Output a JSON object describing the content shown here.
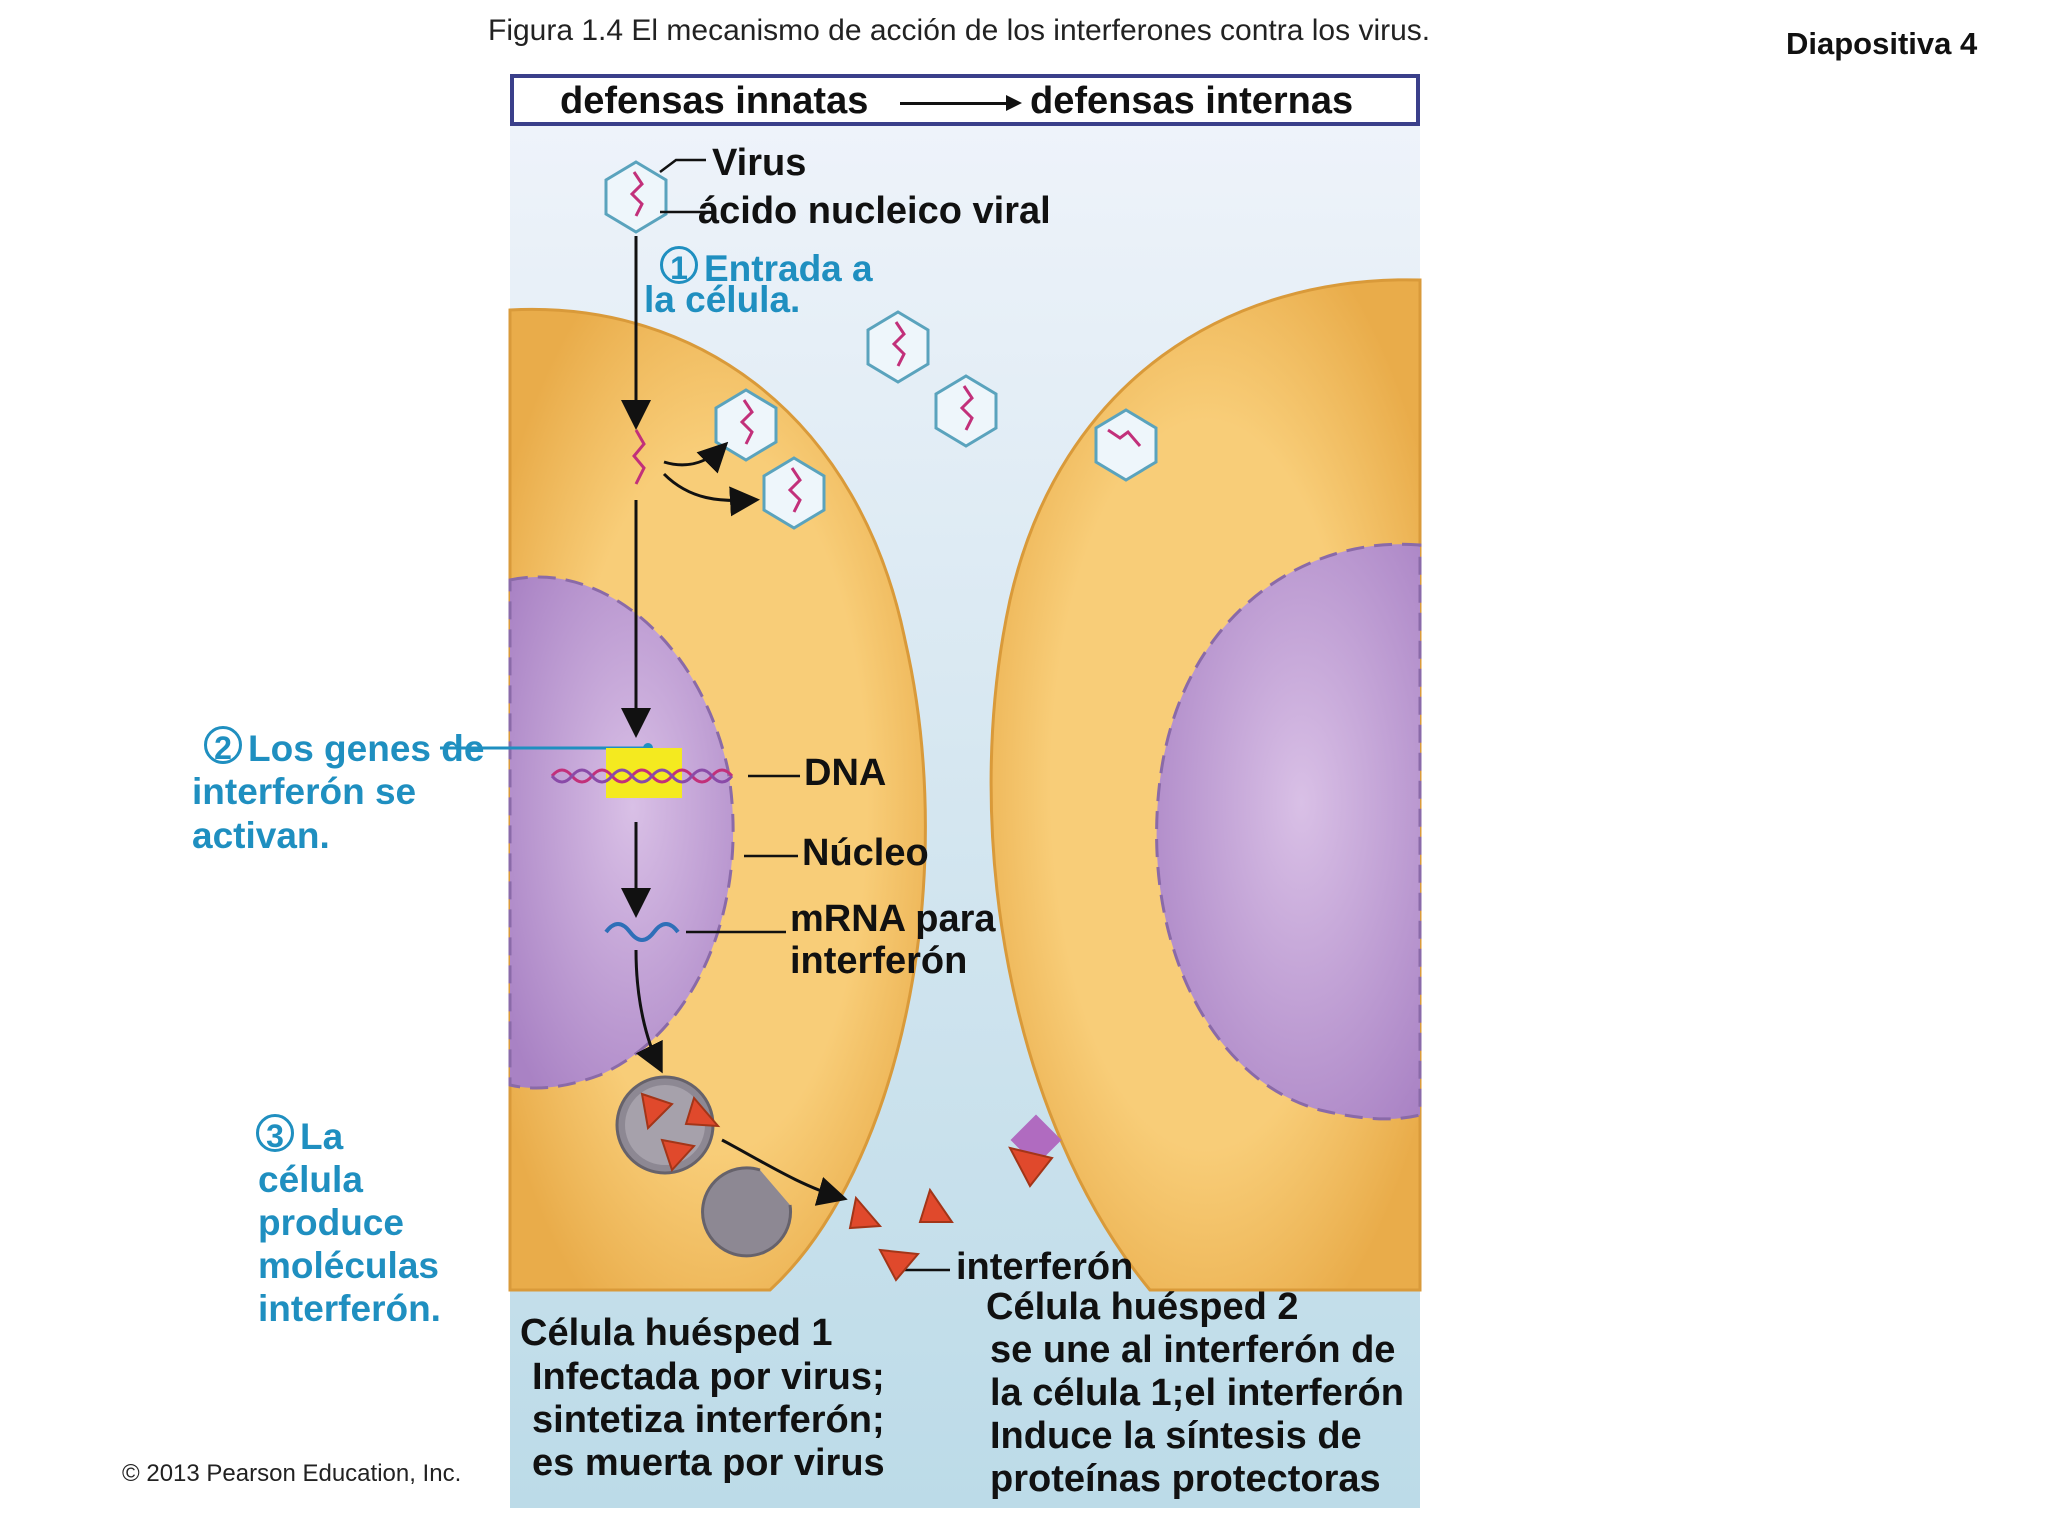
{
  "caption": "Figura  1.4  El mecanismo de acción de los interferones contra los virus.",
  "slide_label": "Diapositiva 4",
  "header": {
    "left": "defensas innatas",
    "right": "defensas internas"
  },
  "labels": {
    "virus": "Virus",
    "nucleic_acid": "ácido nucleico viral",
    "dna": "DNA",
    "nucleus": "Núcleo",
    "mrna_line1": "mRNA para",
    "mrna_line2": "interferón",
    "interferon": "interferón"
  },
  "steps": [
    {
      "num": "1",
      "lines": [
        "Entrada a",
        "la célula."
      ]
    },
    {
      "num": "2",
      "lines": [
        "Los genes de",
        "interferón se",
        "activan."
      ]
    },
    {
      "num": "3",
      "lines": [
        "La",
        "célula",
        "produce",
        "moléculas",
        "interferón."
      ]
    }
  ],
  "host1": {
    "title": "Célula huésped 1",
    "lines": [
      "Infectada por virus;",
      "sintetiza interferón;",
      "es muerta por virus"
    ]
  },
  "host2": {
    "title": "Célula huésped 2",
    "lines": [
      "se une al interferón de",
      "la célula 1;el interferón",
      "Induce la síntesis de",
      "proteínas protectoras"
    ]
  },
  "copyright": "© 2013 Pearson Education, Inc.",
  "colors": {
    "cytoplasm": "#f7c86e",
    "nucleus": "#c7a4d8",
    "background": "#cfe3ef",
    "step_text": "#1f8fc0",
    "interferon": "#e0492c"
  }
}
